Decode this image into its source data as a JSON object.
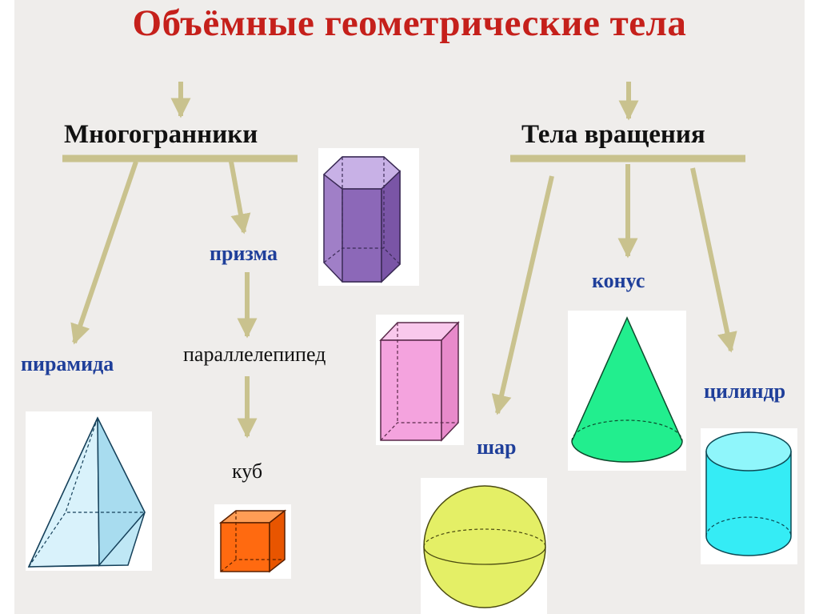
{
  "title": "Объёмные геометрические тела",
  "groups": {
    "polyhedra": "Многогранники",
    "solids_of_revolution": "Тела вращения"
  },
  "shapes": {
    "prism": "призма",
    "pyramid": "пирамида",
    "parallelepiped": "параллелепипед",
    "cube": "куб",
    "cone": "конус",
    "cylinder": "цилиндр",
    "sphere": "шар"
  },
  "colors": {
    "title": "#c5201b",
    "connector": "#c9c28e",
    "label_blue": "#1f3f9a",
    "prism_fill": "#a07fc7",
    "pyramid_fill": "#bfe7f5",
    "parallelepiped_fill": "#f4a3de",
    "cube_fill": "#ff6a10",
    "cone_fill": "#22ee8e",
    "cylinder_fill": "#35ecf5",
    "sphere_fill": "#e4ef66"
  }
}
